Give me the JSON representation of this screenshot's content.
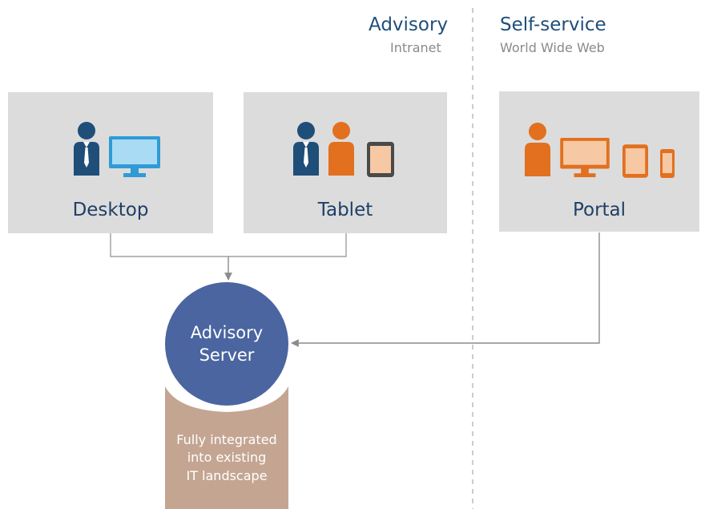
{
  "sections": {
    "advisory": {
      "title": "Advisory",
      "subtitle": "Intranet"
    },
    "self_service": {
      "title": "Self-service",
      "subtitle": "World Wide Web"
    }
  },
  "boxes": {
    "desktop": {
      "label": "Desktop",
      "icons": [
        "advisor-person-icon",
        "monitor-icon"
      ]
    },
    "tablet": {
      "label": "Tablet",
      "icons": [
        "advisor-person-icon",
        "client-person-icon",
        "tablet-icon"
      ]
    },
    "portal": {
      "label": "Portal",
      "icons": [
        "client-person-icon",
        "monitor-icon",
        "tablet-icon",
        "smartphone-icon"
      ]
    }
  },
  "server": {
    "line1": "Advisory",
    "line2": "Server"
  },
  "landscape": {
    "line1": "Fully integrated",
    "line2": "into existing",
    "line3": "IT landscape"
  },
  "colors": {
    "advisor": "#1f4e79",
    "client": "#e2701f",
    "device_blue": "#2e9bd6",
    "device_orange": "#e2701f",
    "box_bg": "#dcdcdc",
    "server": "#4a65a0",
    "landscape": "#c4a592",
    "connector": "#a0a0a0"
  }
}
